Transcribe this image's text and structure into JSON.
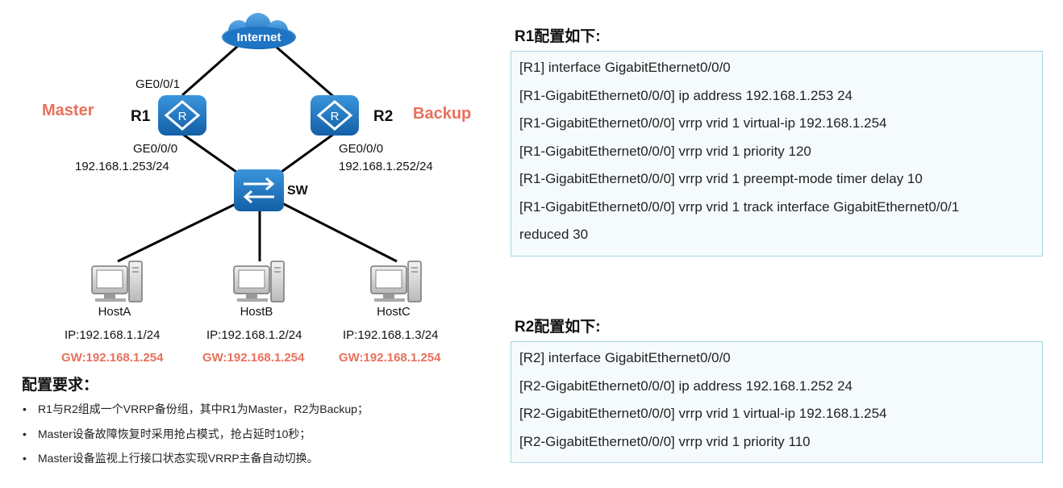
{
  "topology": {
    "internet_label": "Internet",
    "r1": {
      "name": "R1",
      "role": "Master",
      "up_if": "GE0/0/1",
      "down_if": "GE0/0/0",
      "ip": "192.168.1.253/24"
    },
    "r2": {
      "name": "R2",
      "role": "Backup",
      "down_if": "GE0/0/0",
      "ip": "192.168.1.252/24"
    },
    "sw": {
      "name": "SW"
    },
    "hosts": [
      {
        "name": "HostA",
        "ip": "IP:192.168.1.1/24",
        "gw": "GW:192.168.1.254"
      },
      {
        "name": "HostB",
        "ip": "IP:192.168.1.2/24",
        "gw": "GW:192.168.1.254"
      },
      {
        "name": "HostC",
        "ip": "IP:192.168.1.3/24",
        "gw": "GW:192.168.1.254"
      }
    ],
    "colors": {
      "device": "#1b76c4",
      "role": "#e8705b",
      "link": "#000000"
    }
  },
  "requirements": {
    "title": "配置要求：",
    "items": [
      "R1与R2组成一个VRRP备份组，其中R1为Master，R2为Backup；",
      "Master设备故障恢复时采用抢占模式，抢占延时10秒；",
      "Master设备监视上行接口状态实现VRRP主备自动切换。"
    ]
  },
  "r1_config": {
    "title": "R1配置如下:",
    "lines": [
      "[R1] interface GigabitEthernet0/0/0",
      "[R1-GigabitEthernet0/0/0] ip address 192.168.1.253  24",
      "[R1-GigabitEthernet0/0/0] vrrp vrid 1 virtual-ip 192.168.1.254",
      "[R1-GigabitEthernet0/0/0] vrrp vrid 1 priority 120",
      "[R1-GigabitEthernet0/0/0] vrrp vrid 1 preempt-mode timer delay 10",
      "[R1-GigabitEthernet0/0/0] vrrp vrid 1 track interface GigabitEthernet0/0/1",
      "reduced 30"
    ]
  },
  "r2_config": {
    "title": "R2配置如下:",
    "lines": [
      "[R2] interface GigabitEthernet0/0/0",
      "[R2-GigabitEthernet0/0/0] ip address 192.168.1.252 24",
      "[R2-GigabitEthernet0/0/0] vrrp vrid 1 virtual-ip 192.168.1.254",
      "[R2-GigabitEthernet0/0/0] vrrp vrid 1 priority 110"
    ]
  }
}
